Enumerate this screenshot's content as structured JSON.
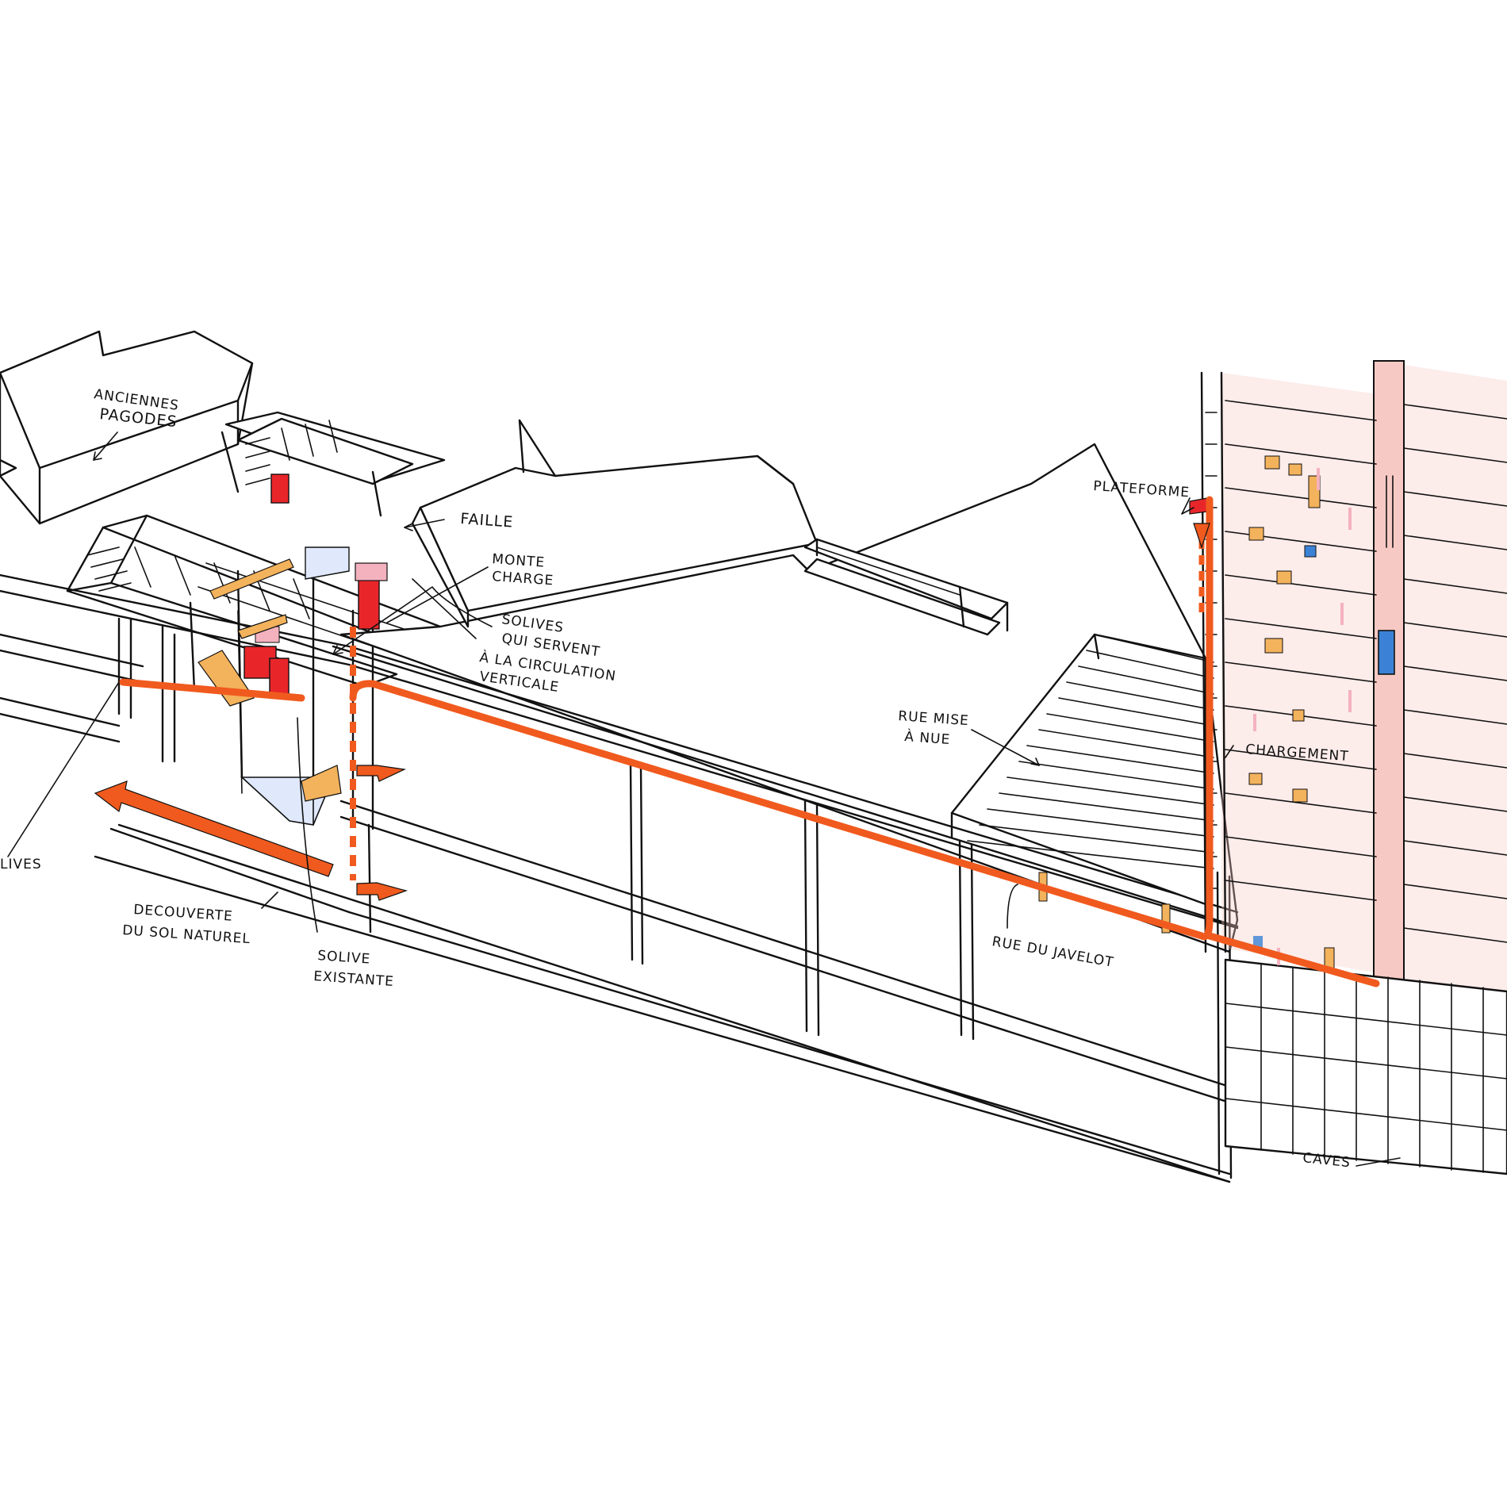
{
  "colors": {
    "circulation": "#f05a1e",
    "hoist": "#e8262a",
    "stair": "#f3b25c",
    "glass": "#dfe9fb",
    "wall_tint": "#f7c9c4",
    "pink_block": "#f4b2bf",
    "lift": "#3b82d6",
    "ink": "#111111"
  },
  "labels": {
    "anciennes_pagodes": [
      "ANCIENNES",
      "PAGODES"
    ],
    "faille": "FAILLE",
    "monte_charge": [
      "MONTE",
      "CHARGE"
    ],
    "solives_circulation": [
      "SOLIVES",
      "QUI SERVENT",
      "À LA CIRCULATION",
      "VERTICALE"
    ],
    "solives_cut": "LIVES",
    "decouverte": [
      "DECOUVERTE",
      "DU SOL NATUREL"
    ],
    "solive_existante": [
      "SOLIVE",
      "EXISTANTE"
    ],
    "rue_mise_a_nue": [
      "RUE MISE",
      "À NUE"
    ],
    "rue_du_javelot": "RUE DU JAVELOT",
    "plateforme": "PLATEFORME",
    "chargement": "CHARGEMENT",
    "caves": "CAVES"
  },
  "icons": [
    "direction-arrow-icon",
    "lift-icon"
  ]
}
